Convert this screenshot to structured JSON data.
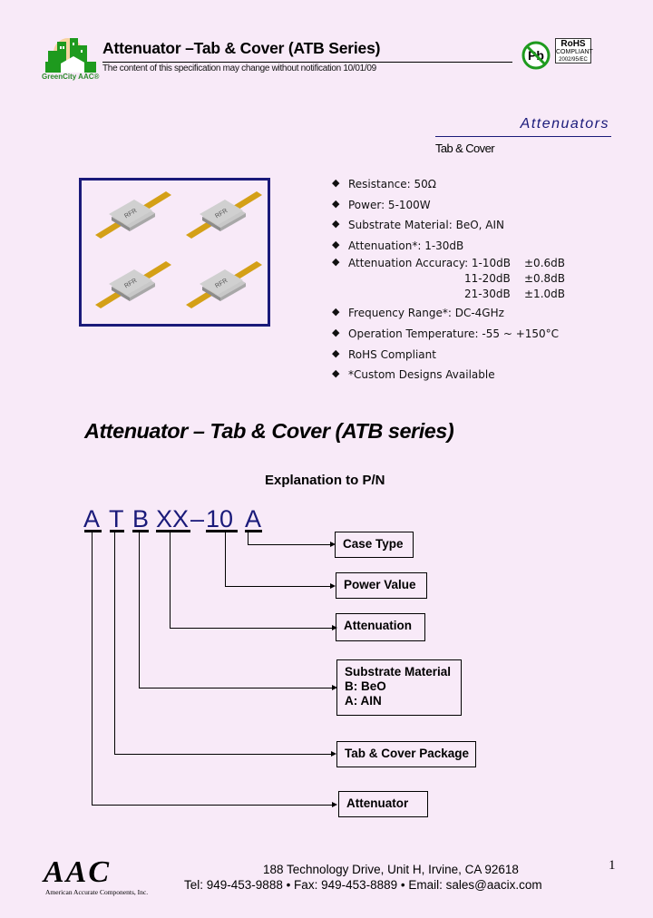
{
  "header": {
    "logo_text": "GreenCity AAC®",
    "title": "Attenuator –Tab & Cover (ATB Series)",
    "notice": "The content of this specification may change without notification 10/01/09",
    "pb_badge": "Pb",
    "rohs_badge": {
      "title": "RoHS",
      "line1": "COMPLIANT",
      "line2": "2002/95/EC"
    }
  },
  "category": {
    "title": "Attenuators",
    "subtitle": "Tab & Cover"
  },
  "photo": {
    "label": "RFR",
    "alt": "Four tab & cover attenuator packages with gold tabs"
  },
  "specs": {
    "bullet_icon": "◆",
    "items": [
      "Resistance: 50Ω",
      "Power: 5-100W",
      "Substrate Material: BeO, AIN",
      "Attenuation*: 1-30dB",
      "Attenuation Accuracy: 1-10dB",
      "Frequency Range*: DC-4GHz",
      "Operation Temperature: -55 ~ +150°C",
      "RoHS Compliant",
      "*Custom Designs Available"
    ],
    "accuracy": [
      {
        "range": "1-10dB",
        "tolerance": "±0.6dB"
      },
      {
        "range": "11-20dB",
        "tolerance": "±0.8dB"
      },
      {
        "range": "21-30dB",
        "tolerance": "±1.0dB"
      }
    ]
  },
  "section": {
    "title": "Attenuator – Tab & Cover (ATB series)",
    "explanation_title": "Explanation to P/N"
  },
  "part_number": {
    "segments": [
      "A",
      "T",
      "B",
      "XX",
      "–",
      "10",
      "A"
    ],
    "labels": {
      "case_type": "Case Type",
      "power_value": "Power Value",
      "attenuation": "Attenuation",
      "substrate_title": "Substrate Material",
      "substrate_b": "B: BeO",
      "substrate_a": "A: AIN",
      "package": "Tab & Cover Package",
      "attenuator": "Attenuator"
    }
  },
  "footer": {
    "company_logo": "AAC",
    "company_name": "American Accurate Components, Inc.",
    "address": "188 Technology Drive, Unit H, Irvine, CA 92618",
    "contact": "Tel: 949-453-9888 • Fax: 949-453-8889 • Email: sales@aacix.com",
    "page_number": "1"
  },
  "colors": {
    "background": "#f8eaf8",
    "accent_navy": "#1a1a7a",
    "logo_green": "#2a8a2a",
    "tab_gold": "#d4a017"
  }
}
